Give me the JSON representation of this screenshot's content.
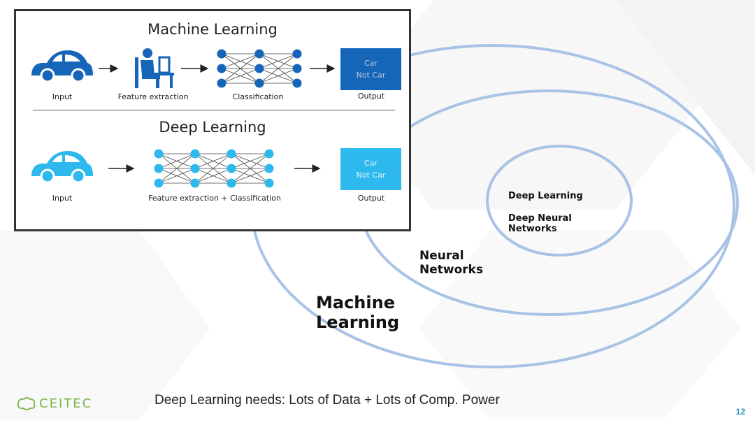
{
  "diagram": {
    "rings": [
      {
        "label": "Machine Learning"
      },
      {
        "label": "Neural Networks"
      },
      {
        "label": "Deep Learning"
      }
    ],
    "inner_labels": {
      "deep_learning": "Deep Learning",
      "deep_neural_networks": "Deep Neural Networks"
    },
    "ring_color": "#a8c3e6"
  },
  "comparison": {
    "machine_learning": {
      "title": "Machine Learning",
      "steps": [
        "Input",
        "Feature extraction",
        "Classification",
        "Output"
      ],
      "output_options": [
        "Car",
        "Not Car"
      ],
      "icons": [
        "car-icon",
        "person-at-computer-icon",
        "neural-network-icon"
      ],
      "color": "#1565b8"
    },
    "deep_learning": {
      "title": "Deep Learning",
      "steps": [
        "Input",
        "Feature extraction + Classification",
        "Output"
      ],
      "output_options": [
        "Car",
        "Not Car"
      ],
      "icons": [
        "car-icon",
        "neural-network-icon"
      ],
      "color": "#2db9ee"
    }
  },
  "footer": {
    "logo": "CEITEC",
    "text": "Deep Learning needs: Lots of Data + Lots of Comp. Power",
    "page_number": "12"
  },
  "colors": {
    "accent_green": "#7ab648",
    "page_number": "#2a8fb4"
  }
}
